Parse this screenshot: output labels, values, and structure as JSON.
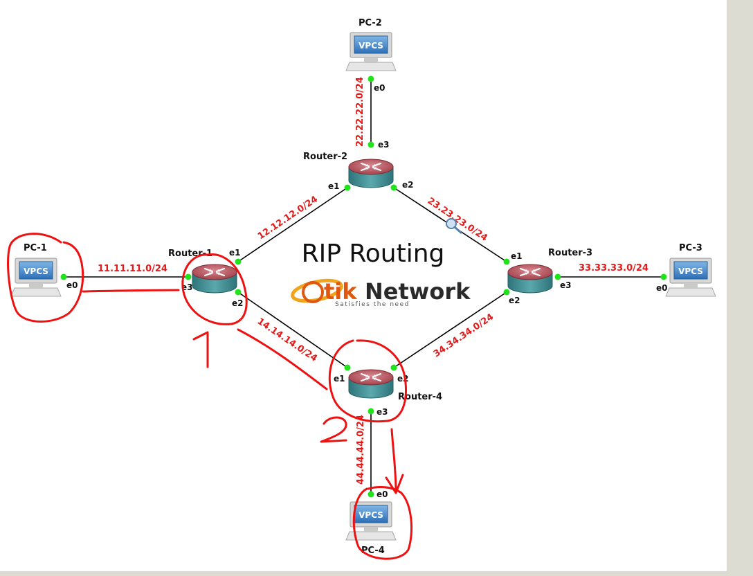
{
  "title": "RIP Routing",
  "logo": {
    "brand_tik": "tik",
    "brand_network": "Network",
    "tagline": "Satisfies the need"
  },
  "nodes": {
    "pc1": {
      "name": "PC-1",
      "badge": "VPCS"
    },
    "pc2": {
      "name": "PC-2",
      "badge": "VPCS"
    },
    "pc3": {
      "name": "PC-3",
      "badge": "VPCS"
    },
    "pc4": {
      "name": "PC-4",
      "badge": "VPCS"
    },
    "r1": {
      "name": "Router-1"
    },
    "r2": {
      "name": "Router-2"
    },
    "r3": {
      "name": "Router-3"
    },
    "r4": {
      "name": "Router-4"
    }
  },
  "ports": {
    "pc1_e0": "e0",
    "pc2_e0": "e0",
    "pc3_e0": "e0",
    "pc4_e0": "e0",
    "r1_e1": "e1",
    "r1_e2": "e2",
    "r1_e3": "e3",
    "r2_e1": "e1",
    "r2_e2": "e2",
    "r2_e3": "e3",
    "r3_e1": "e1",
    "r3_e2": "e2",
    "r3_e3": "e3",
    "r4_e1": "e1",
    "r4_e2": "e2",
    "r4_e3": "e3"
  },
  "networks": {
    "net_11": "11.11.11.0/24",
    "net_22": "22.22.22.0/24",
    "net_33": "33.33.33.0/24",
    "net_44": "44.44.44.0/24",
    "net_12": "12.12.12.0/24",
    "net_23": "23.23.23.0/24",
    "net_14": "14.14.14.0/24",
    "net_34": "34.34.34.0/24"
  },
  "annotations": {
    "step1": "1",
    "step2": "2"
  },
  "colors": {
    "network_label": "#e41a1a",
    "port_dot": "#22e21b",
    "annotation": "#ee1111",
    "router_top": "#b8545e",
    "router_body": "#3f8f95"
  }
}
